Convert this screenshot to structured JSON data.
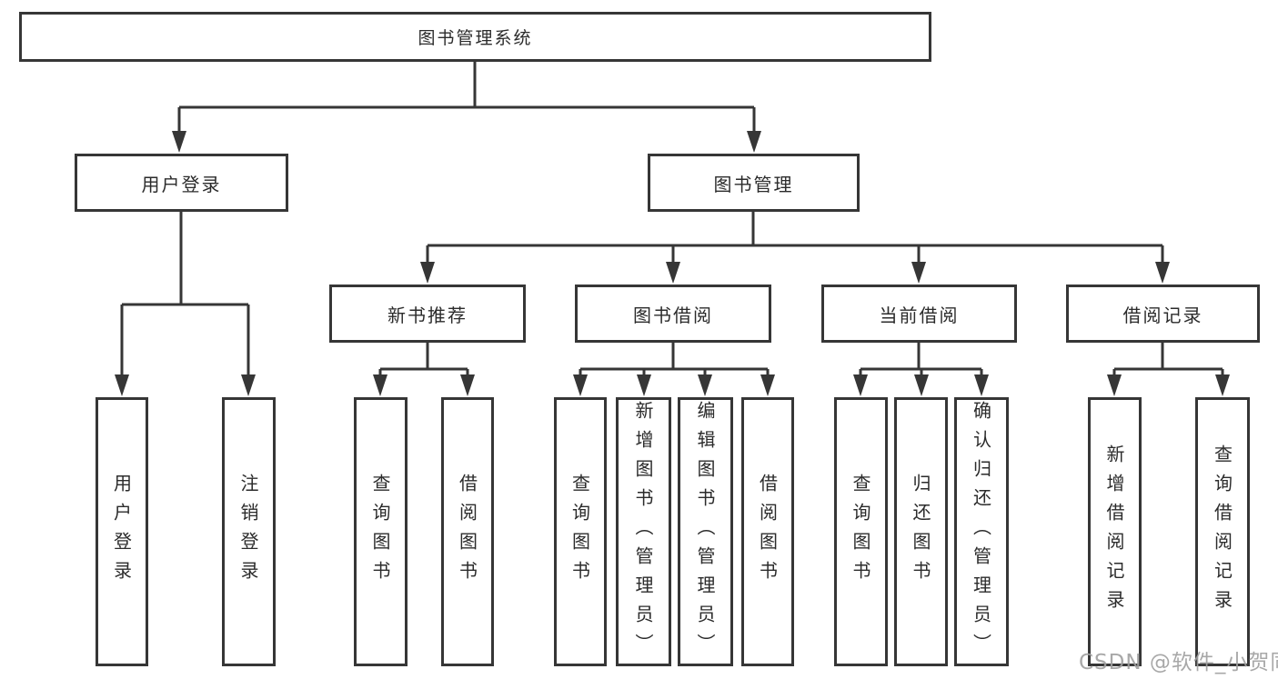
{
  "tree": {
    "label": "图书管理系统",
    "children": [
      {
        "label": "用户登录",
        "children": [
          {
            "label": "用户登录"
          },
          {
            "label": "注销登录"
          }
        ]
      },
      {
        "label": "图书管理",
        "children": [
          {
            "label": "新书推荐",
            "children": [
              {
                "label": "查询图书"
              },
              {
                "label": "借阅图书"
              }
            ]
          },
          {
            "label": "图书借阅",
            "children": [
              {
                "label": "查询图书"
              },
              {
                "label": "新增图书（管理员）"
              },
              {
                "label": "编辑图书（管理员）"
              },
              {
                "label": "借阅图书"
              }
            ]
          },
          {
            "label": "当前借阅",
            "children": [
              {
                "label": "查询图书"
              },
              {
                "label": "归还图书"
              },
              {
                "label": "确认归还（管理员）"
              }
            ]
          },
          {
            "label": "借阅记录",
            "children": [
              {
                "label": "新增借阅记录"
              },
              {
                "label": "查询借阅记录"
              }
            ]
          }
        ]
      }
    ]
  },
  "watermark": "CSDN @软件_小贺同学",
  "colors": {
    "line": "#363636",
    "box_border": "#363636",
    "text": "#2b2b2b",
    "watermark": "#9e9e9e",
    "background": "#ffffff"
  }
}
